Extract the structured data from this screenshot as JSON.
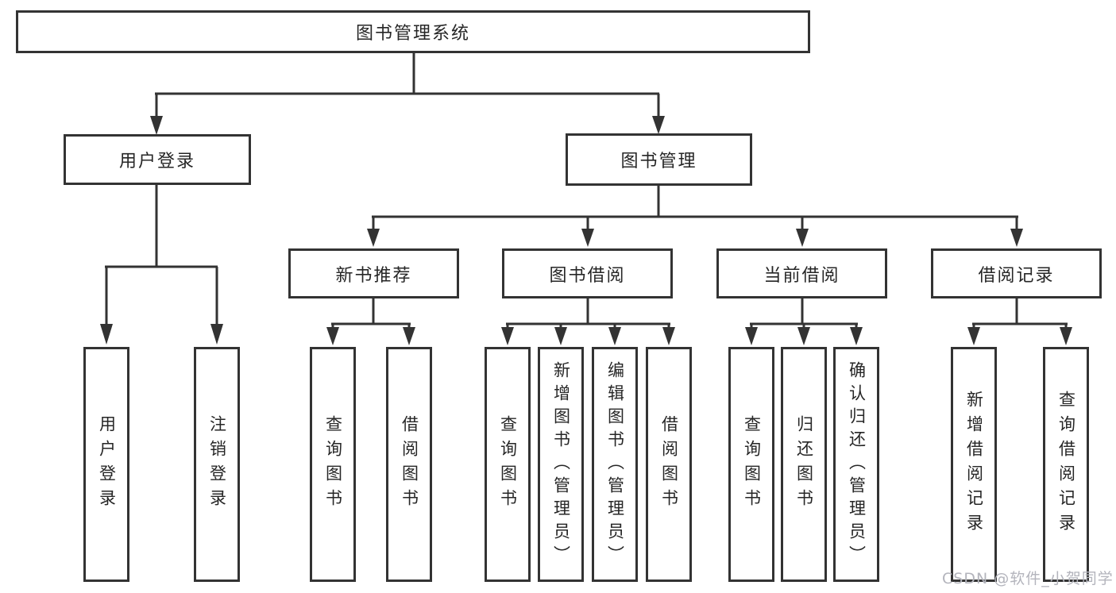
{
  "diagram": {
    "root": {
      "label": "图书管理系统"
    },
    "branches": {
      "login": {
        "label": "用户登录",
        "children": [
          "用户登录",
          "注销登录"
        ]
      },
      "management": {
        "label": "图书管理"
      }
    },
    "modules": [
      {
        "label": "新书推荐",
        "children": [
          "查询图书",
          "借阅图书"
        ]
      },
      {
        "label": "图书借阅",
        "children": [
          "查询图书",
          "新增图书（管理员）",
          "编辑图书（管理员）",
          "借阅图书"
        ]
      },
      {
        "label": "当前借阅",
        "children": [
          "查询图书",
          "归还图书",
          "确认归还（管理员）"
        ]
      },
      {
        "label": "借阅记录",
        "children": [
          "新增借阅记录",
          "查询借阅记录"
        ]
      }
    ],
    "watermark": "CSDN @软件_小贺同学",
    "colors": {
      "line": "#333333",
      "box_border": "#333333",
      "text": "#262626",
      "watermark": "#b3b4bc",
      "background": "#ffffff"
    }
  }
}
